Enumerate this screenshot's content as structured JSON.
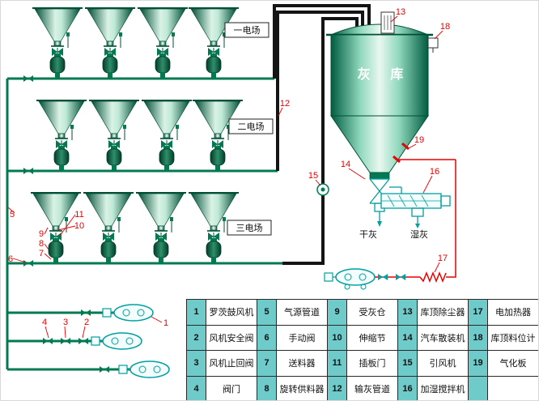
{
  "labels": {
    "field1": "一电场",
    "field2": "二电场",
    "field3": "三电场",
    "silo": "灰 库",
    "dry_ash": "干灰",
    "wet_ash": "湿灰"
  },
  "callouts": {
    "c1": "1",
    "c2": "2",
    "c3": "3",
    "c4": "4",
    "c5": "5",
    "c6": "6",
    "c7": "7",
    "c8": "8",
    "c9": "9",
    "c10": "10",
    "c11": "11",
    "c12": "12",
    "c13": "13",
    "c14": "14",
    "c15": "15",
    "c16": "16",
    "c17": "17",
    "c18": "18",
    "c19": "19"
  },
  "legend": {
    "rows": [
      [
        {
          "num": "1",
          "name": "罗茨鼓风机"
        },
        {
          "num": "5",
          "name": "气源管道"
        },
        {
          "num": "9",
          "name": "受灰仓"
        },
        {
          "num": "13",
          "name": "库顶除尘器"
        },
        {
          "num": "17",
          "name": "电加热器"
        }
      ],
      [
        {
          "num": "2",
          "name": "风机安全阀"
        },
        {
          "num": "6",
          "name": "手动阀"
        },
        {
          "num": "10",
          "name": "伸缩节"
        },
        {
          "num": "14",
          "name": "汽车散装机"
        },
        {
          "num": "18",
          "name": "库顶料位计"
        }
      ],
      [
        {
          "num": "3",
          "name": "风机止回阀"
        },
        {
          "num": "7",
          "name": "送料器"
        },
        {
          "num": "11",
          "name": "插板门"
        },
        {
          "num": "15",
          "name": "引风机"
        },
        {
          "num": "19",
          "name": "气化板"
        }
      ],
      [
        {
          "num": "4",
          "name": "阀门"
        },
        {
          "num": "8",
          "name": "旋转供料器"
        },
        {
          "num": "12",
          "name": "输灰管道"
        },
        {
          "num": "16",
          "name": "加湿搅拌机"
        },
        {
          "num": "",
          "name": ""
        }
      ]
    ]
  },
  "colors": {
    "green_dark": "#014f36",
    "pipe_green": "#017a52",
    "cyan_equipment": "#019f9f",
    "red": "#e80000",
    "black_pipe": "#141414",
    "legend_num_bg": "#6fcaca"
  }
}
